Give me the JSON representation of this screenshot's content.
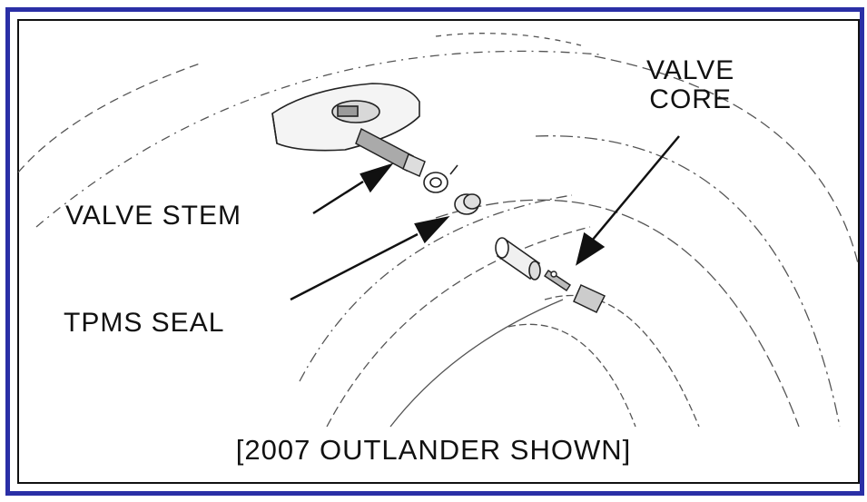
{
  "labels": {
    "valve_core_line1": "VALVE",
    "valve_core_line2": "CORE",
    "valve_stem": "VALVE STEM",
    "tpms_seal": "TPMS SEAL"
  },
  "caption": "[2007 OUTLANDER SHOWN]",
  "colors": {
    "frame_border": "#2a2fa6",
    "line": "#111111"
  }
}
